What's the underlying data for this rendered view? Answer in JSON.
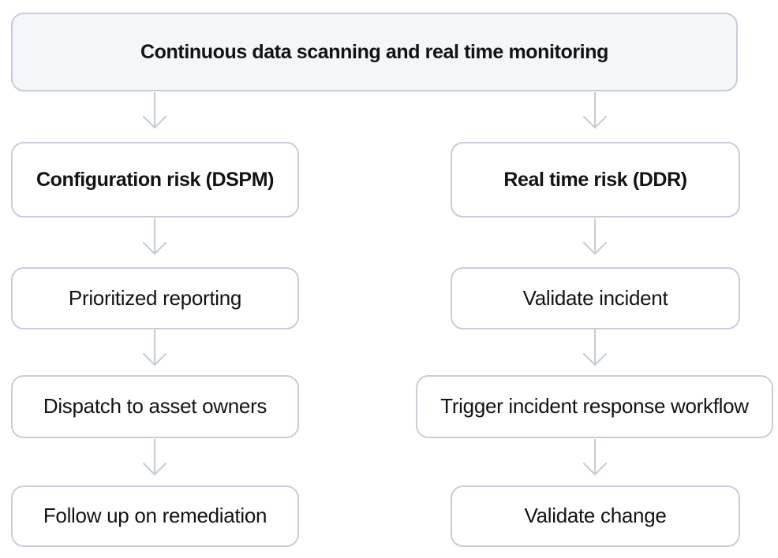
{
  "diagram": {
    "root": {
      "label": "Continuous data scanning and real time monitoring"
    },
    "columns": [
      {
        "header": {
          "label": "Configuration risk (DSPM)"
        },
        "steps": [
          {
            "label": "Prioritized reporting"
          },
          {
            "label": "Dispatch to asset owners"
          },
          {
            "label": "Follow up on remediation"
          }
        ]
      },
      {
        "header": {
          "label": "Real time risk (DDR)"
        },
        "steps": [
          {
            "label": "Validate incident"
          },
          {
            "label": "Trigger incident response workflow"
          },
          {
            "label": "Validate change"
          }
        ]
      }
    ],
    "colors": {
      "root_fill": "#f4f6fa",
      "node_fill": "#ffffff",
      "border": "#c8cdda",
      "arrow": "#c8cdda",
      "text": "#121316"
    }
  }
}
